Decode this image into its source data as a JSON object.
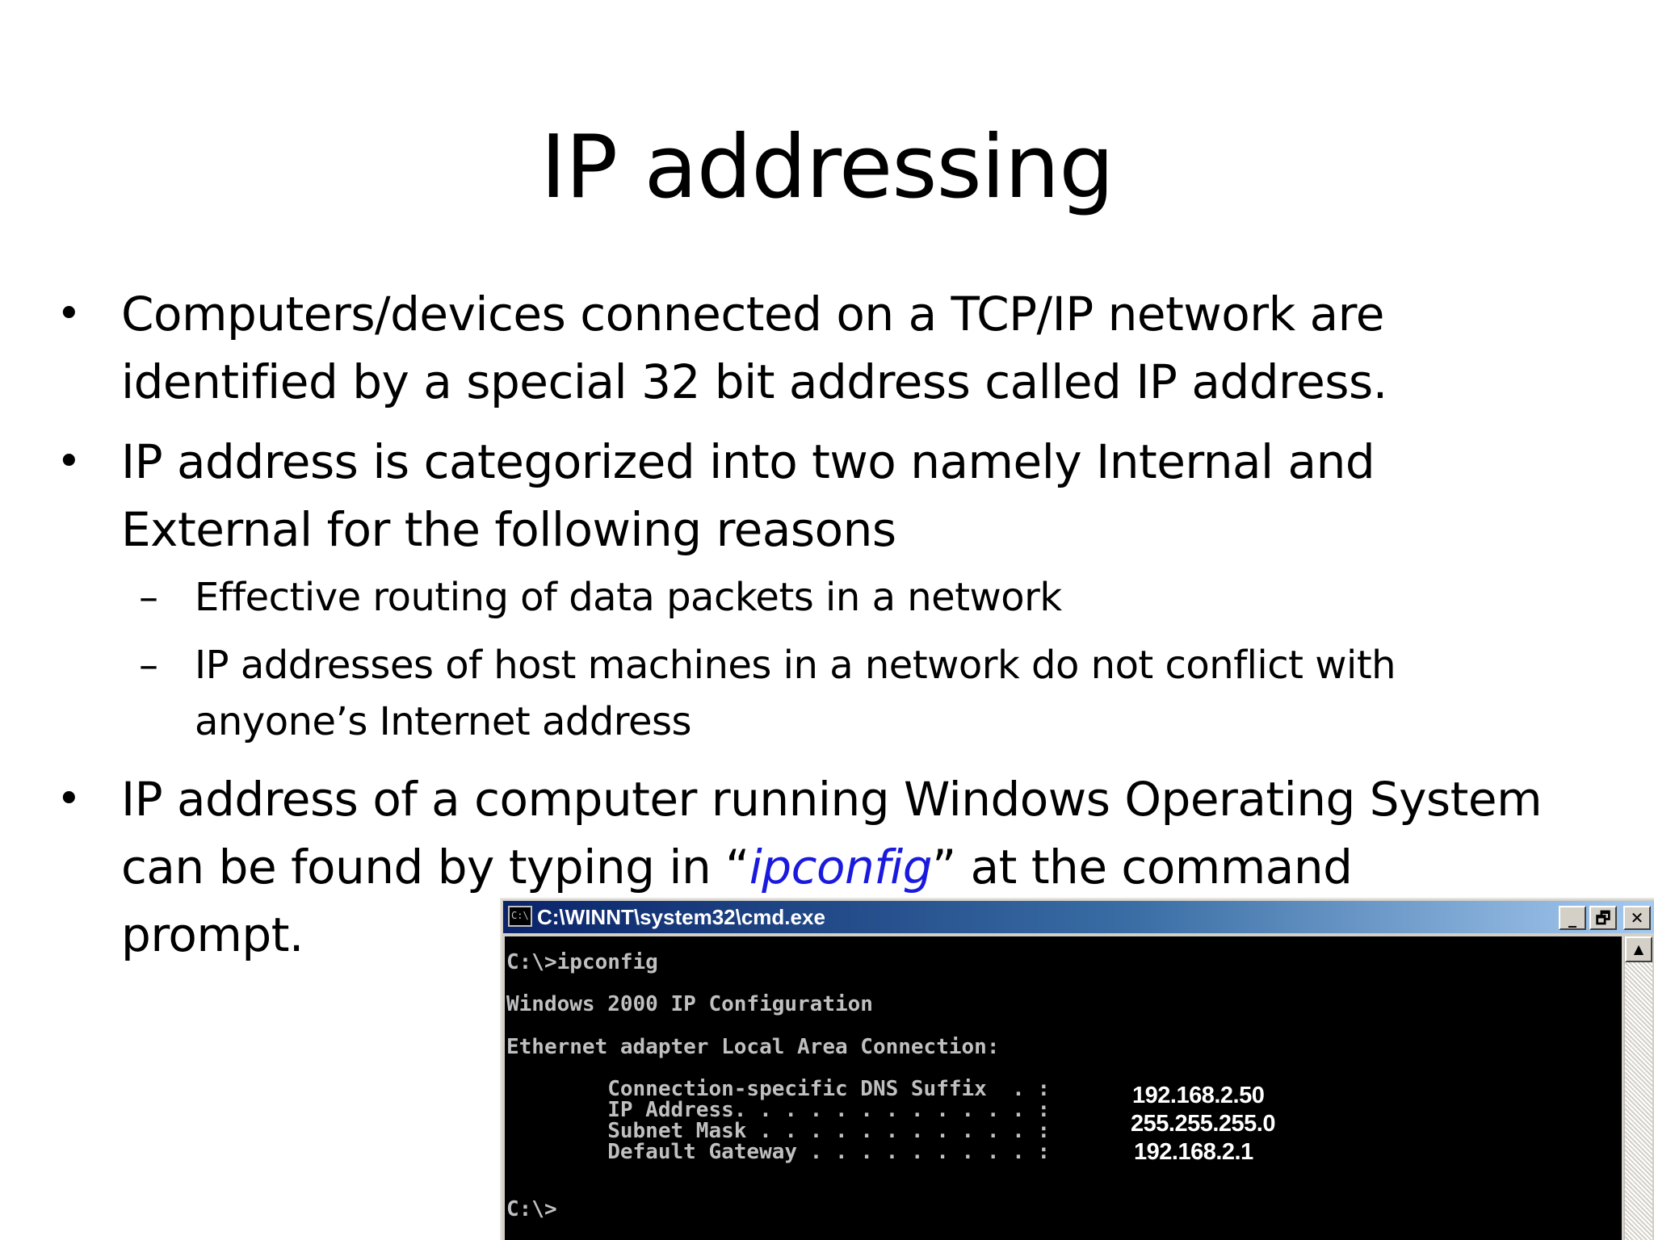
{
  "slide": {
    "title": "IP addressing",
    "bullets": [
      {
        "marker": "•",
        "lines": [
          "Computers/devices connected on a TCP/IP network are",
          "identified by a special 32 bit address called IP address."
        ]
      },
      {
        "marker": "•",
        "lines": [
          "IP address is categorized into two namely Internal and",
          "External for the following reasons"
        ],
        "sub_bullets": [
          {
            "marker": "–",
            "lines": [
              "Effective routing of data packets in a network"
            ]
          },
          {
            "marker": "–",
            "lines": [
              "IP addresses of host machines in a network do not conflict with",
              "anyone’s Internet address"
            ]
          }
        ]
      },
      {
        "marker": "•",
        "line1": "IP address of a computer running Windows Operating System",
        "line2_before": "can be found by typing in “",
        "line2_command": "ipconfig",
        "line2_after": "” at the command",
        "line3": "prompt."
      }
    ]
  },
  "console": {
    "title": "C:\\WINNT\\system32\\cmd.exe",
    "controls": {
      "minimize": "_",
      "maximize": "🗗",
      "close": "✕"
    },
    "lines": {
      "command": "C:\\>ipconfig",
      "header": "Windows 2000 IP Configuration",
      "adapter": "Ethernet adapter Local Area Connection:",
      "dns_label": "        Connection-specific DNS Suffix  . :",
      "ip_label": "        IP Address. . . . . . . . . . . . :",
      "mask_label": "        Subnet Mask . . . . . . . . . . . :",
      "gateway_label": "        Default Gateway . . . . . . . . . :",
      "prompt": "C:\\>"
    },
    "values": {
      "ip_address": "192.168.2.50",
      "subnet_mask": "255.255.255.0",
      "default_gateway": "192.168.2.1"
    },
    "colors": {
      "background": "#000000",
      "text": "#c0c0c0",
      "titlebar_start": "#0a246a",
      "titlebar_end": "#a6caf0"
    }
  },
  "colors": {
    "command_highlight": "#1a1adf"
  }
}
